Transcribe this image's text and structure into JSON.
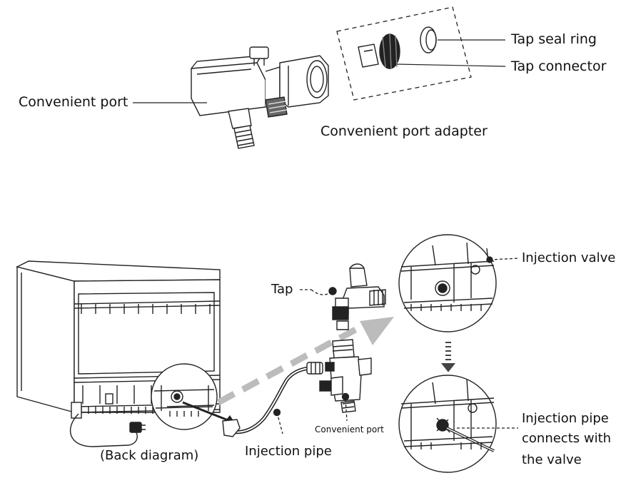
{
  "top_diagram": {
    "convenient_port": "Convenient port",
    "tap_seal_ring": "Tap seal ring",
    "tap_connector": "Tap connector",
    "convenient_port_adapter": "Convenient port adapter"
  },
  "bottom_diagram": {
    "back_diagram": "(Back diagram)",
    "injection_pipe": "Injection pipe",
    "tap": "Tap",
    "convenient_port": "Convenient port",
    "injection_valve": "Injection valve",
    "connect_note": [
      "Injection pipe",
      "connects with",
      "the valve"
    ]
  }
}
